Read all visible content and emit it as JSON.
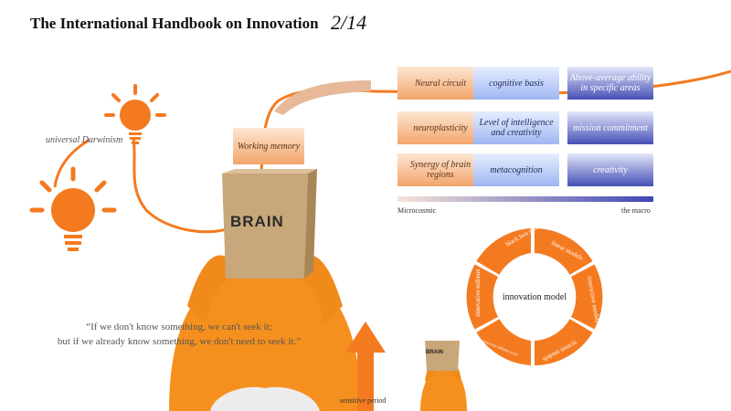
{
  "header": {
    "title": "The International Handbook on Innovation",
    "page": "2/14"
  },
  "labels": {
    "universal_darwinism": "universal Darwinism",
    "working_memory": "Working memory",
    "box_text": "BRAIN",
    "small_box_text": "BRAIN",
    "sensitive_period": "sensitive period",
    "quote_line1": "“If we don't know something, we can't seek it;",
    "quote_line2": "but if we already know something, we don't need to seek it.”"
  },
  "grid": {
    "row1": [
      "Neural circuit",
      "cognitive basis",
      "Above-average ability in specific areas"
    ],
    "row2": [
      "neuroplasticity",
      "Level of intelligence and creativity",
      "mission commitment"
    ],
    "row3": [
      "Synergy of brain regions",
      "metacognition",
      "creativity"
    ]
  },
  "scale": {
    "left": "Microcosmic",
    "right": "the macro"
  },
  "wheel": {
    "center": "innovation model",
    "segments": [
      "black box model",
      "linear models",
      "interactive models",
      "system models",
      "social dialogue innovation model",
      "innovative milieux"
    ]
  },
  "colors": {
    "accent": "#f47a20",
    "navy": "#3d47aa",
    "lightblue": "#a9bdf2"
  },
  "icons": [
    "lightbulb-icon",
    "lightbulb-icon",
    "up-arrow-icon"
  ]
}
